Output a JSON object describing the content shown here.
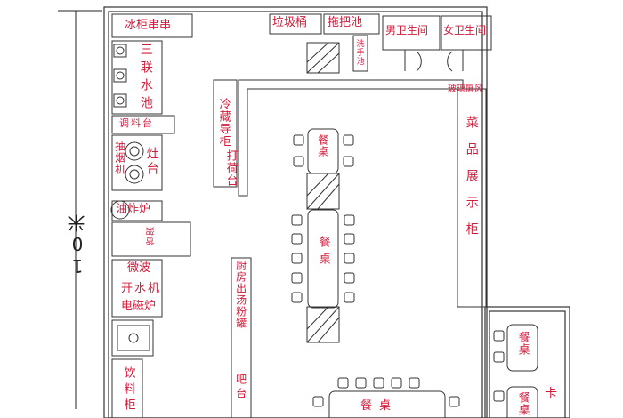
{
  "dimension": {
    "label": "10米"
  },
  "rooms": {
    "ice_cabinet": "冰柜串串",
    "trash_bin": "垃圾桶",
    "mop_sink": "拖把池",
    "wash_basin": "洗手池",
    "mens_restroom": "男卫生间",
    "womens_restroom": "女卫生间",
    "glass_screen": "玻璃屏风",
    "triple_sink": "三联水池",
    "seasoning_counter": "调料台",
    "range_hood": "抽烟机",
    "stove": "灶台",
    "fryer": "油炸炉",
    "shelf": "货架",
    "cold_storage": "冷藏导柜",
    "packing_counter": "打荷台",
    "microwave": "微波",
    "water_boiler": "开水机",
    "induction_cooker": "电磁炉",
    "drinks_cabinet": "饮料柜",
    "kitchen_serving": "厨房出汤粉罐",
    "bar": "吧台",
    "dish_display": "菜品展示柜",
    "dining_table": "餐桌",
    "booth": "卡"
  }
}
